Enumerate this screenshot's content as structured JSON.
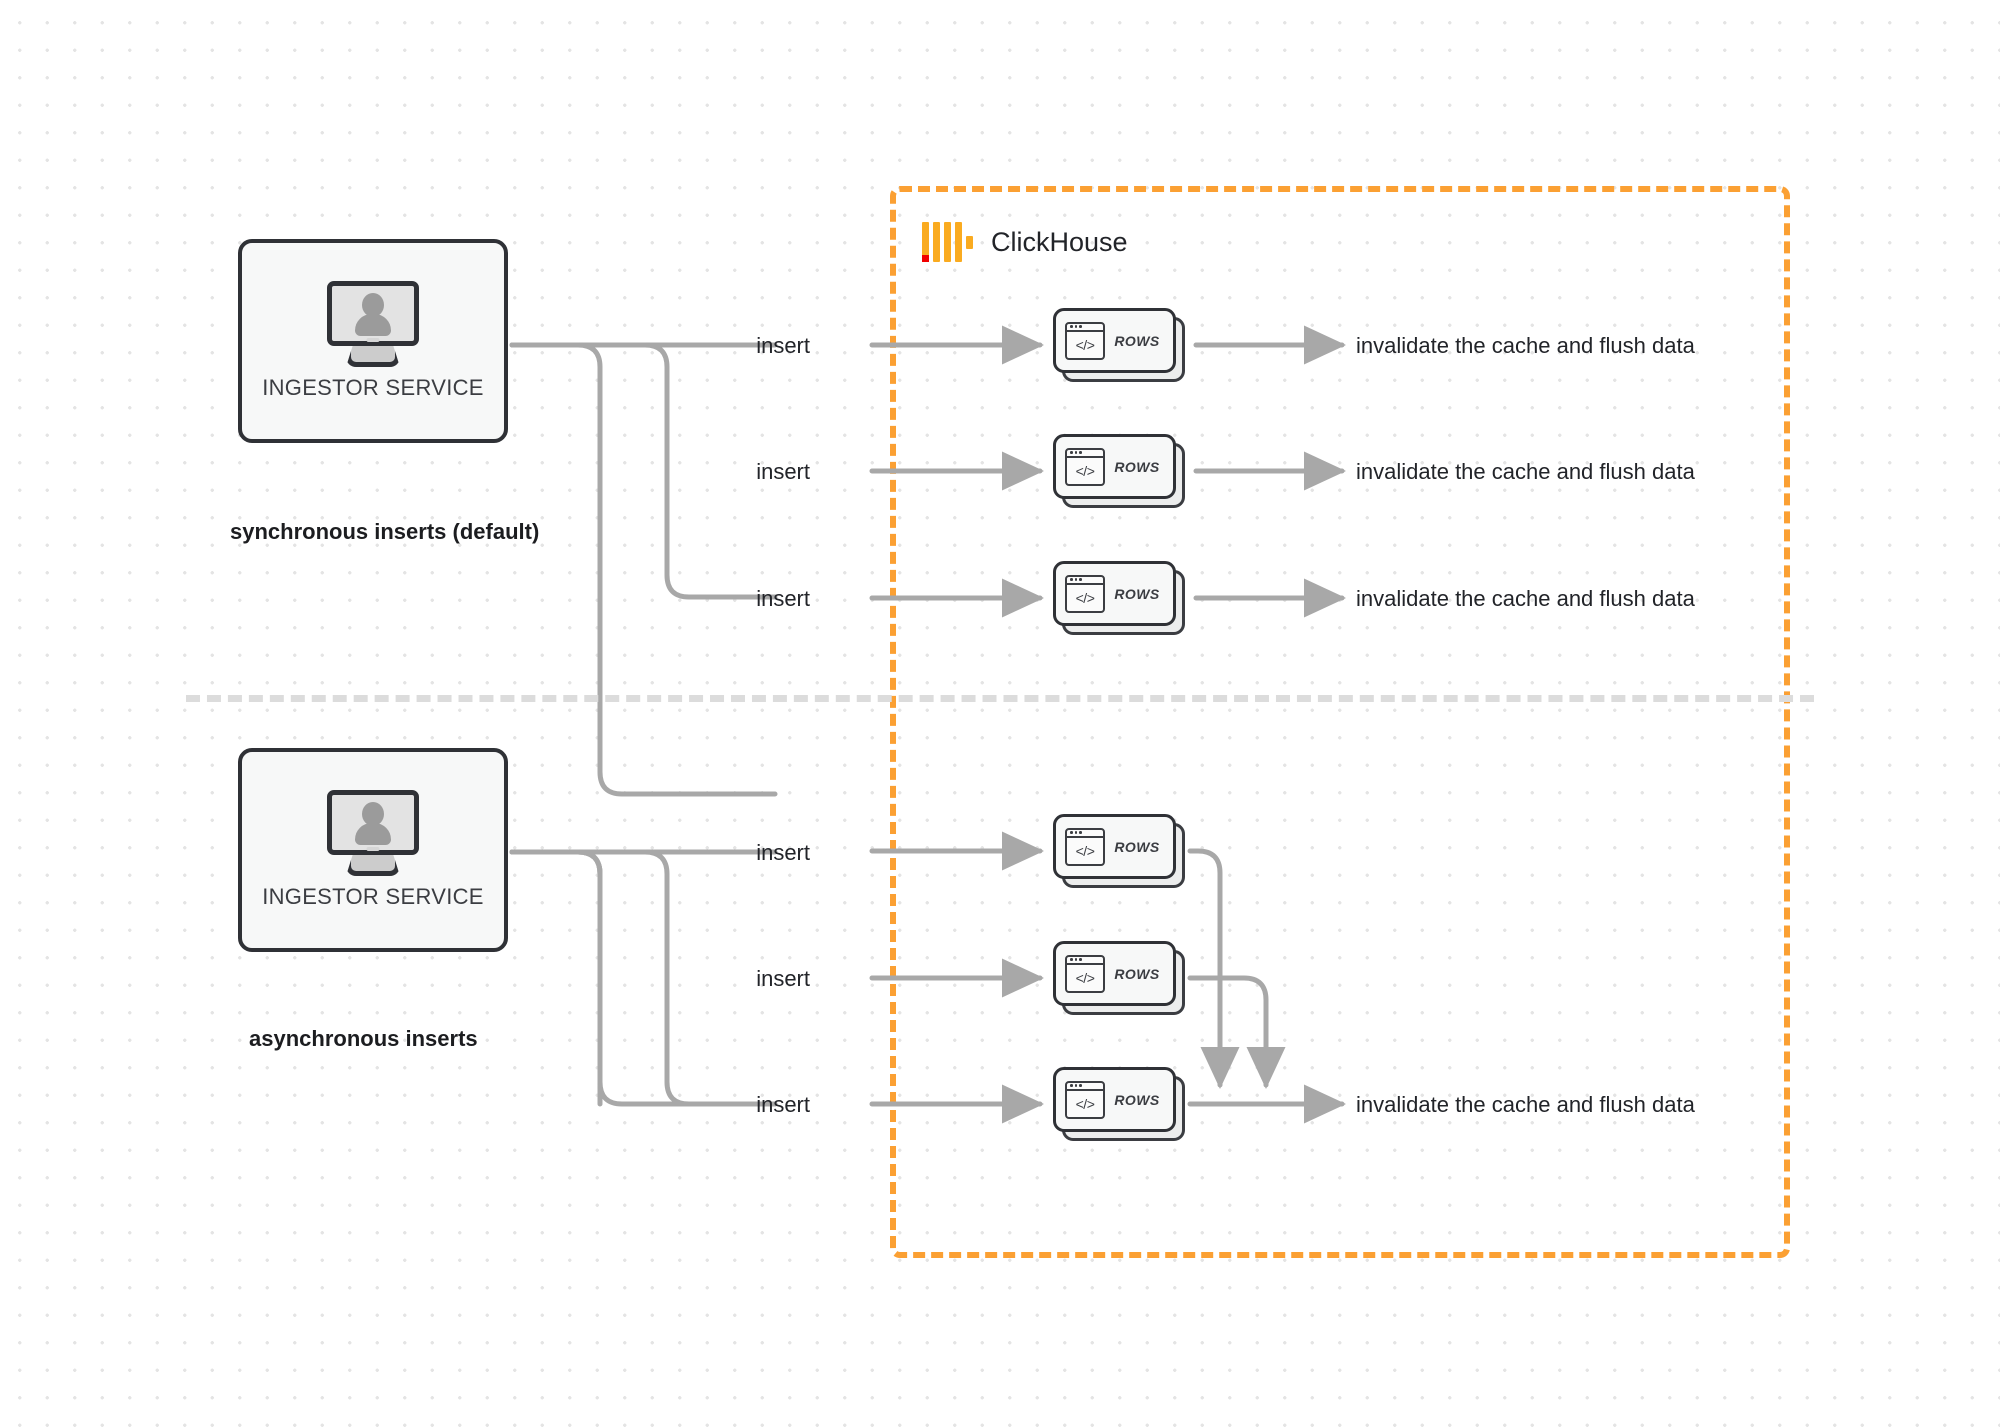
{
  "diagram": {
    "title": "ClickHouse synchronous vs asynchronous inserts",
    "colors": {
      "accent_orange": "#fba033",
      "logo_yellow": "#faab20",
      "logo_red": "#f10000",
      "wire_gray": "#a8a8a8",
      "box_border": "#2f3136",
      "box_fill": "#f7f8f8",
      "divider_gray": "#dcdcdc",
      "dot_grid": "#e4e4e4"
    }
  },
  "clickhouse": {
    "name": "ClickHouse",
    "logo_icon": "clickhouse-bars-logo"
  },
  "sections": [
    {
      "id": "sync",
      "caption": "synchronous inserts (default)",
      "ingestor": {
        "label": "INGESTOR SERVICE",
        "icon": "monitor-user-icon"
      },
      "flows": [
        {
          "insert_label": "insert",
          "card_label": "ROWS",
          "card_icon": "code-window-icon",
          "result_label": "invalidate the cache and flush data"
        },
        {
          "insert_label": "insert",
          "card_label": "ROWS",
          "card_icon": "code-window-icon",
          "result_label": "invalidate the cache and flush data"
        },
        {
          "insert_label": "insert",
          "card_label": "ROWS",
          "card_icon": "code-window-icon",
          "result_label": "invalidate the cache and flush data"
        }
      ]
    },
    {
      "id": "async",
      "caption": "asynchronous inserts",
      "ingestor": {
        "label": "INGESTOR SERVICE",
        "icon": "monitor-user-icon"
      },
      "flows": [
        {
          "insert_label": "insert",
          "card_label": "ROWS",
          "card_icon": "code-window-icon"
        },
        {
          "insert_label": "insert",
          "card_label": "ROWS",
          "card_icon": "code-window-icon"
        },
        {
          "insert_label": "insert",
          "card_label": "ROWS",
          "card_icon": "code-window-icon"
        }
      ],
      "merged_result_label": "invalidate the cache and flush data"
    }
  ]
}
